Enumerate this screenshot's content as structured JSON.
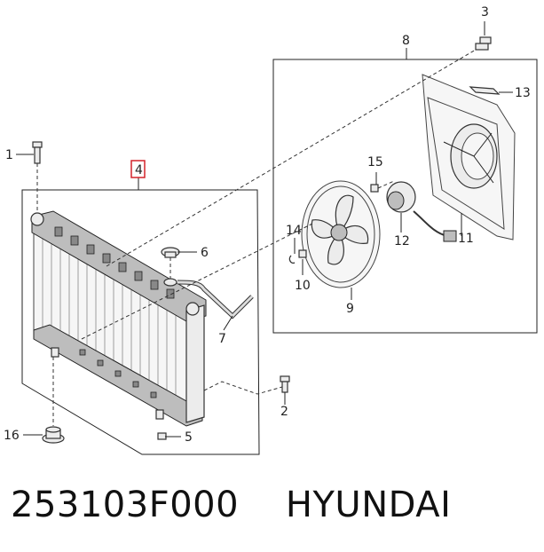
{
  "callouts": {
    "c1": "1",
    "c2": "2",
    "c3": "3",
    "c4": "4",
    "c5": "5",
    "c6": "6",
    "c7": "7",
    "c8": "8",
    "c9": "9",
    "c10": "10",
    "c11": "11",
    "c12": "12",
    "c13": "13",
    "c14": "14",
    "c15": "15",
    "c16": "16"
  },
  "highlight_color": "#d4242b",
  "caption": {
    "part_number": "253103F000",
    "brand": "HYUNDAI"
  }
}
